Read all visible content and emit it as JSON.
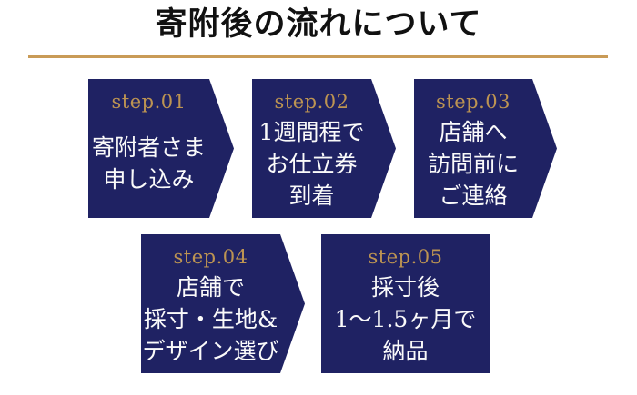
{
  "page": {
    "title": "寄附後の流れについて",
    "colors": {
      "navy": "#1f2263",
      "gold_line": "#c99b57",
      "gold_label": "#bd9452",
      "text_white": "#fafafa",
      "title_black": "#111111",
      "background": "#ffffff"
    }
  },
  "steps": [
    {
      "label": "step.01",
      "lines": [
        "寄附者さま",
        "申し込み"
      ]
    },
    {
      "label": "step.02",
      "lines": [
        "1週間程で",
        "お仕立券",
        "到着"
      ]
    },
    {
      "label": "step.03",
      "lines": [
        "店舗へ",
        "訪問前に",
        "ご連絡"
      ]
    },
    {
      "label": "step.04",
      "lines": [
        "店舗で",
        "採寸・生地&",
        "デザイン選び"
      ]
    },
    {
      "label": "step.05",
      "lines": [
        "採寸後",
        "1〜1.5ヶ月で",
        "納品"
      ]
    }
  ]
}
